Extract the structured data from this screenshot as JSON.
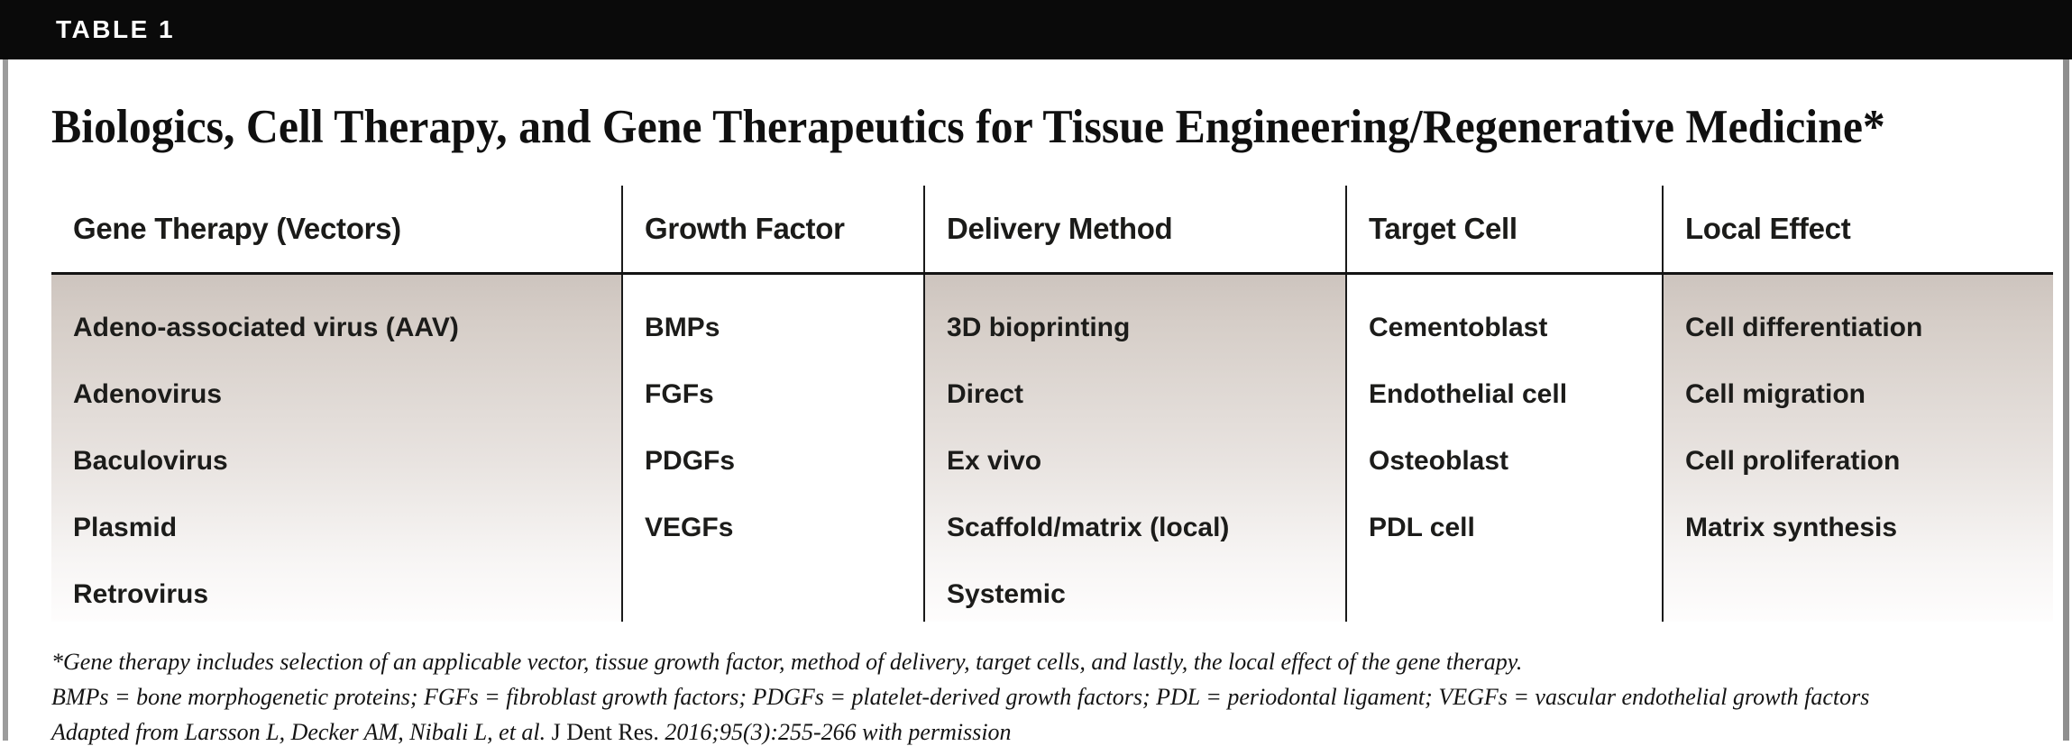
{
  "window": {
    "tag_label": "TABLE 1"
  },
  "title": "Biologics, Cell Therapy, and Gene Therapeutics for Tissue Engineering/Regenerative Medicine*",
  "table": {
    "columns": [
      {
        "header": "Gene Therapy (Vectors)",
        "shaded": true,
        "items": [
          "Adeno-associated virus (AAV)",
          "Adenovirus",
          "Baculovirus",
          "Plasmid",
          "Retrovirus"
        ]
      },
      {
        "header": "Growth Factor",
        "shaded": false,
        "items": [
          "BMPs",
          "FGFs",
          "PDGFs",
          "VEGFs"
        ]
      },
      {
        "header": "Delivery Method",
        "shaded": true,
        "items": [
          "3D bioprinting",
          "Direct",
          "Ex vivo",
          "Scaffold/matrix (local)",
          "Systemic"
        ]
      },
      {
        "header": "Target Cell",
        "shaded": false,
        "items": [
          "Cementoblast",
          "Endothelial cell",
          "Osteoblast",
          "PDL cell"
        ]
      },
      {
        "header": "Local Effect",
        "shaded": true,
        "items": [
          "Cell differentiation",
          "Cell migration",
          "Cell proliferation",
          "Matrix synthesis"
        ]
      }
    ]
  },
  "footnotes": {
    "note1": "*Gene therapy includes selection of an applicable vector, tissue growth factor, method of delivery, target cells, and lastly, the local effect of the gene therapy.",
    "note2": "BMPs = bone morphogenetic proteins; FGFs = fibroblast growth factors; PDGFs = platelet-derived growth factors; PDL = periodontal ligament; VEGFs = vascular endothelial growth factors",
    "note3_prefix": "Adapted from Larsson L, Decker AM, Nibali L, et al. ",
    "note3_journal": "J Dent Res. ",
    "note3_suffix": "2016;95(3):255-266 with permission"
  },
  "colors": {
    "tag_bar": "#0a0a0a",
    "shade_top": "#cdc4be",
    "divider": "#1a1a1a",
    "frame_border": "#969696"
  }
}
